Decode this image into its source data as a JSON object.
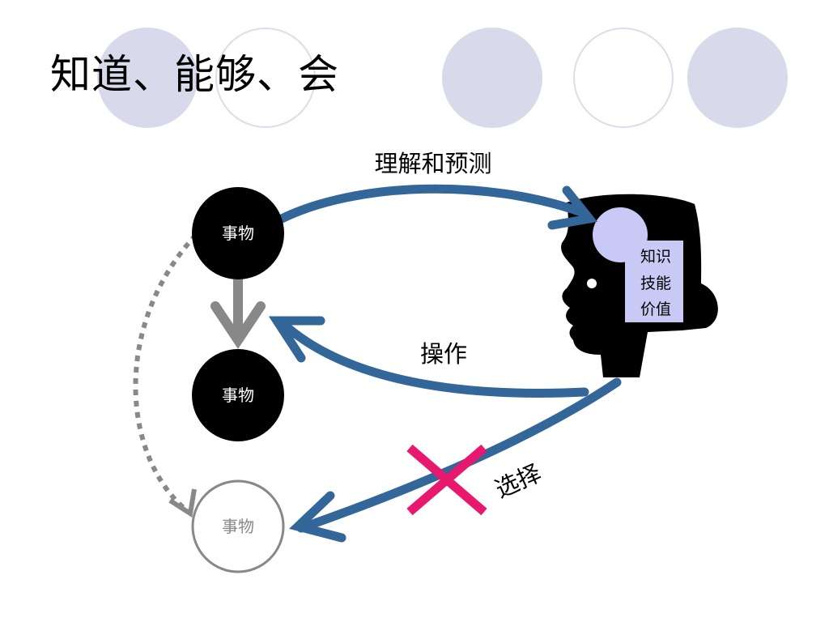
{
  "title": "知道、能够、会",
  "nodes": {
    "top": "事物",
    "middle": "事物",
    "bottom": "事物"
  },
  "head_box": [
    "知识",
    "技能",
    "价值"
  ],
  "arrows": {
    "understand": "理解和预测",
    "operate": "操作",
    "choose": "选择"
  },
  "colors": {
    "arrow_blue": "#336699",
    "cross_pink": "#e8186e",
    "gray": "#888888",
    "lavender": "#c9c9f5",
    "deco_fill": "#d9d9ec"
  }
}
